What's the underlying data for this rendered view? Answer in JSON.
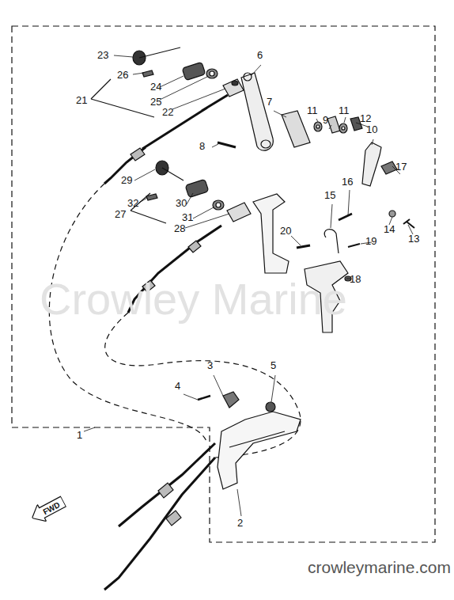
{
  "diagram": {
    "nodes": [
      {
        "text": [
          "FWD"
        ]
      }
    ],
    "labels": [
      "Crowley Marine",
      "23",
      "26",
      "24",
      "21",
      "25",
      "22",
      "6",
      "7",
      "8",
      "11",
      "9",
      "11",
      "12",
      "10",
      "17",
      "16",
      "15",
      "14",
      "13",
      "19",
      "20",
      "18",
      "29",
      "32",
      "30",
      "27",
      "31",
      "28",
      "3",
      "4",
      "5",
      "1",
      "2",
      "crowleymarine.com"
    ]
  }
}
